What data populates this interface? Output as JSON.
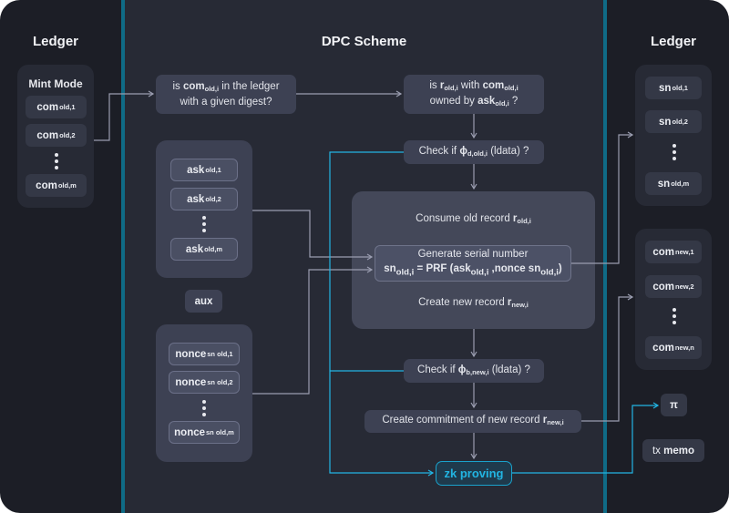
{
  "colors": {
    "accent": "#22b5e3",
    "divider": "#0f6b86",
    "wire": "#9a9db0",
    "background": "#1c1e26",
    "panel": "#272a35"
  },
  "left_ledger": {
    "title": "Ledger",
    "group_title": "Mint Mode",
    "items": [
      {
        "base": "com",
        "sub": "old,1"
      },
      {
        "base": "com",
        "sub": "old,2"
      },
      {
        "base": "com",
        "sub": "old,m"
      }
    ]
  },
  "center": {
    "title": "DPC Scheme",
    "q1": {
      "pre": "is ",
      "bold": "com",
      "sub": "old,i",
      "post": " in the ledger",
      "line2": "with a given digest?"
    },
    "q2": {
      "pre": "is ",
      "r": "r",
      "r_sub": "old,i",
      "mid": " with ",
      "com": "com",
      "com_sub": "old,i",
      "line2_pre": "owned by ",
      "ask": "ask",
      "ask_sub": "old,i",
      "line2_post": " ?"
    },
    "check_old": {
      "pre": "Check if ",
      "phi": "ϕ",
      "sub": "d,old,i",
      "post": " (ldata) ?"
    },
    "ask_group": [
      {
        "base": "ask",
        "sub": "old,1"
      },
      {
        "base": "ask",
        "sub": "old,2"
      },
      {
        "base": "ask",
        "sub": "old,m"
      }
    ],
    "aux": "aux",
    "nonce_group": [
      {
        "base": "nonce",
        "sub": "sn old,1"
      },
      {
        "base": "nonce",
        "sub": "sn old,2"
      },
      {
        "base": "nonce",
        "sub": "sn old,m"
      }
    ],
    "consume": {
      "text": "Consume old record ",
      "r": "r",
      "sub": "old,i"
    },
    "generate": {
      "line1": "Generate serial number",
      "sn": "sn",
      "sn_sub": "old,i",
      "eq": " = PRF (ask",
      "ask_sub": "old,i",
      "mid": " ,nonce sn",
      "nonce_sub": "old,i",
      "end": ")"
    },
    "create_new": {
      "text": "Create new record ",
      "r": "r",
      "sub": "new,i"
    },
    "check_new": {
      "pre": "Check if ",
      "phi": "ϕ",
      "sub": "b,new,i",
      "post": " (ldata) ?"
    },
    "commitment": {
      "text": "Create commitment of new record ",
      "r": "r",
      "sub": "new,i"
    },
    "zk": "zk proving"
  },
  "right_ledger": {
    "title": "Ledger",
    "sn_items": [
      {
        "base": "sn",
        "sub": "old,1"
      },
      {
        "base": "sn",
        "sub": "old,2"
      },
      {
        "base": "sn",
        "sub": "old,m"
      }
    ],
    "com_items": [
      {
        "base": "com",
        "sub": "new,1"
      },
      {
        "base": "com",
        "sub": "new,2"
      },
      {
        "base": "com",
        "sub": "new,n"
      }
    ],
    "pi": "π",
    "memo_pre": "tx ",
    "memo_bold": "memo"
  }
}
